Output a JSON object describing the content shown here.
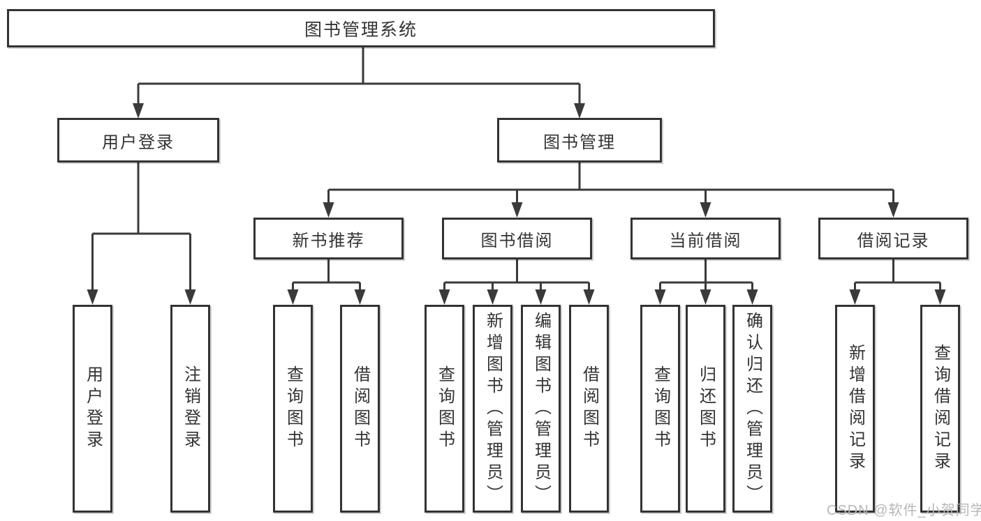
{
  "diagram_type": "hierarchy-tree",
  "nodes": {
    "root": {
      "label": "图书管理系统"
    },
    "l2": [
      {
        "label": "用户登录"
      },
      {
        "label": "图书管理"
      }
    ],
    "l3": [
      {
        "label": "新书推荐"
      },
      {
        "label": "图书借阅"
      },
      {
        "label": "当前借阅"
      },
      {
        "label": "借阅记录"
      }
    ],
    "login_children": [
      {
        "label": "用户登录"
      },
      {
        "label": "注销登录"
      }
    ],
    "newbook_children": [
      {
        "label": "查询图书"
      },
      {
        "label": "借阅图书"
      }
    ],
    "borrow_children": [
      {
        "label": "查询图书"
      },
      {
        "label": "新增图书（管理员）"
      },
      {
        "label": "编辑图书（管理员）"
      },
      {
        "label": "借阅图书"
      }
    ],
    "current_children": [
      {
        "label": "查询图书"
      },
      {
        "label": "归还图书"
      },
      {
        "label": "确认归还（管理员）"
      }
    ],
    "records_children": [
      {
        "label": "新增借阅记录"
      },
      {
        "label": "查询借阅记录"
      }
    ]
  },
  "watermark": "CSDN @软件_小贺同学",
  "colors": {
    "background": "#ffffff",
    "line": "#3a3a3a",
    "box_border": "#333333",
    "text": "#333333",
    "watermark": "#b7b7b7"
  }
}
